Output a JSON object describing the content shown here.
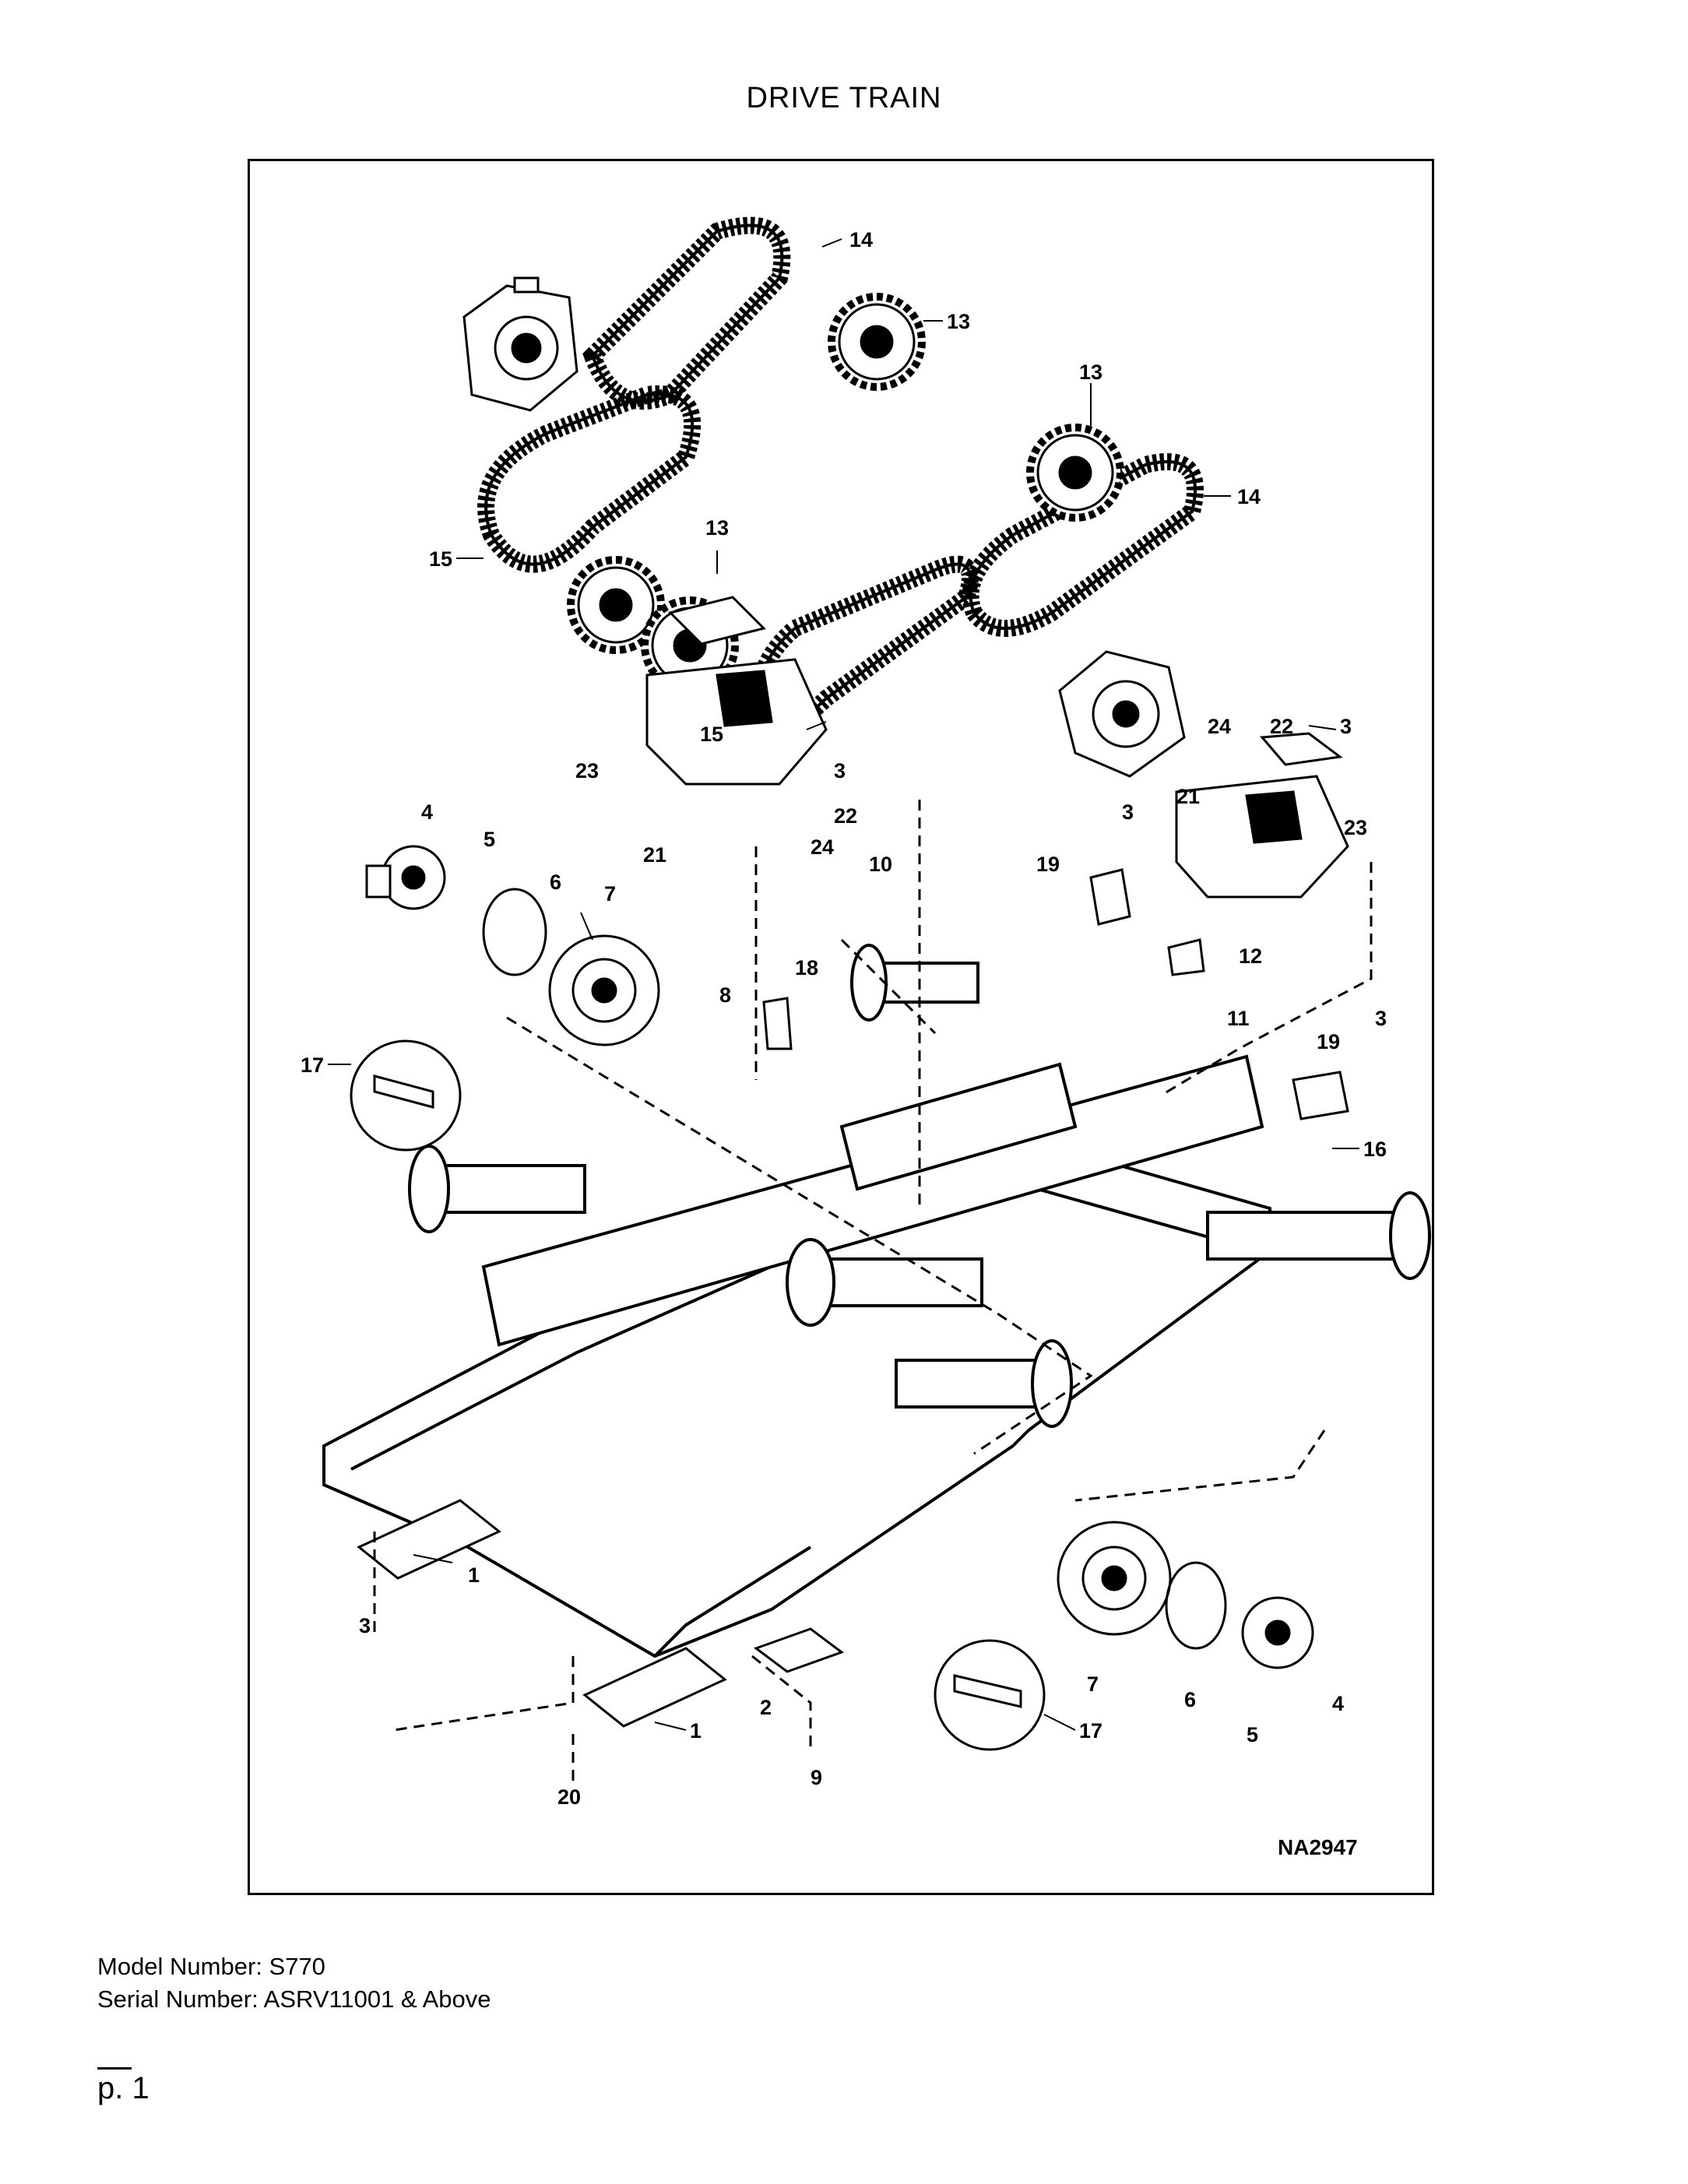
{
  "page": {
    "title": "DRIVE TRAIN",
    "figure_code": "NA2947",
    "model_line": "Model Number: S770",
    "serial_line": "Serial Number: ASRV11001 & Above",
    "page_number": "p. 1"
  },
  "callouts": [
    {
      "id": "c14a",
      "text": "14"
    },
    {
      "id": "c13a",
      "text": "13"
    },
    {
      "id": "c13b",
      "text": "13"
    },
    {
      "id": "c14b",
      "text": "14"
    },
    {
      "id": "c13c",
      "text": "13"
    },
    {
      "id": "c15a",
      "text": "15"
    },
    {
      "id": "c15b",
      "text": "15"
    },
    {
      "id": "c24a",
      "text": "24"
    },
    {
      "id": "c22a",
      "text": "22"
    },
    {
      "id": "c3a",
      "text": "3"
    },
    {
      "id": "c23a",
      "text": "23"
    },
    {
      "id": "c3b",
      "text": "3"
    },
    {
      "id": "c22b",
      "text": "22"
    },
    {
      "id": "c24b",
      "text": "24"
    },
    {
      "id": "c21a",
      "text": "21"
    },
    {
      "id": "c3c",
      "text": "3"
    },
    {
      "id": "c21b",
      "text": "21"
    },
    {
      "id": "c23b",
      "text": "23"
    },
    {
      "id": "c4a",
      "text": "4"
    },
    {
      "id": "c5a",
      "text": "5"
    },
    {
      "id": "c6a",
      "text": "6"
    },
    {
      "id": "c7a",
      "text": "7"
    },
    {
      "id": "c10",
      "text": "10"
    },
    {
      "id": "c19a",
      "text": "19"
    },
    {
      "id": "c12",
      "text": "12"
    },
    {
      "id": "c18",
      "text": "18"
    },
    {
      "id": "c8",
      "text": "8"
    },
    {
      "id": "c11",
      "text": "11"
    },
    {
      "id": "c19b",
      "text": "19"
    },
    {
      "id": "c3d",
      "text": "3"
    },
    {
      "id": "c17a",
      "text": "17"
    },
    {
      "id": "c16",
      "text": "16"
    },
    {
      "id": "c1a",
      "text": "1"
    },
    {
      "id": "c3e",
      "text": "3"
    },
    {
      "id": "c7b",
      "text": "7"
    },
    {
      "id": "c6b",
      "text": "6"
    },
    {
      "id": "c4b",
      "text": "4"
    },
    {
      "id": "c2",
      "text": "2"
    },
    {
      "id": "c1b",
      "text": "1"
    },
    {
      "id": "c17b",
      "text": "17"
    },
    {
      "id": "c5b",
      "text": "5"
    },
    {
      "id": "c20",
      "text": "20"
    },
    {
      "id": "c9",
      "text": "9"
    }
  ]
}
